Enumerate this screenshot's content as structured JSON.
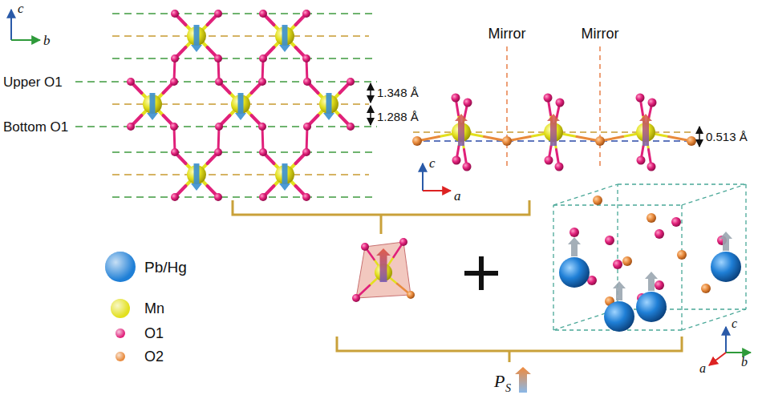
{
  "diagram": {
    "labels": [
      "c",
      "b",
      "Upper O1",
      "Bottom O1",
      "1.348 Å",
      "1.288 Å",
      "Mirror",
      "Mirror",
      "0.513 Å",
      "c",
      "a",
      "c",
      "b",
      "a",
      "P",
      "S"
    ],
    "legend": [
      {
        "text": "Pb/Hg",
        "color": "#1f7fd6"
      },
      {
        "text": "Mn",
        "color": "#e3e01e"
      },
      {
        "text": "O1",
        "color": "#e0207a"
      },
      {
        "text": "O2",
        "color": "#e88a3c"
      }
    ]
  }
}
